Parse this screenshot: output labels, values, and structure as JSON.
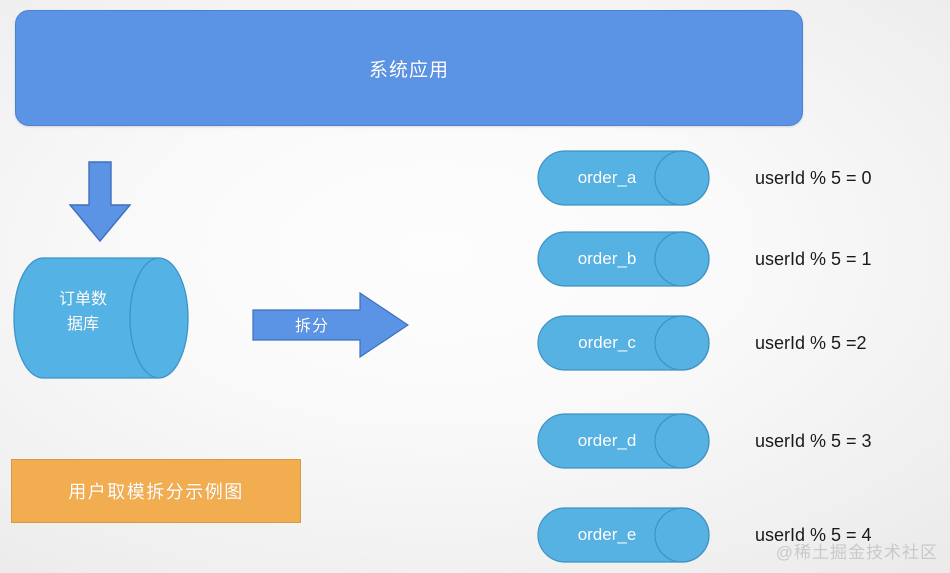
{
  "diagram": {
    "title": "用户取模拆分示例图",
    "system_app": {
      "label": "系统应用"
    },
    "flow_arrow": {
      "icon": "down-arrow-icon"
    },
    "database": {
      "label_line1": "订单数",
      "label_line2": "据库",
      "icon": "cylinder-database-icon"
    },
    "split_arrow": {
      "label": "拆分",
      "icon": "right-arrow-icon"
    },
    "shards": [
      {
        "name": "order_a",
        "rule": "userId % 5 = 0"
      },
      {
        "name": "order_b",
        "rule": "userId % 5 = 1"
      },
      {
        "name": "order_c",
        "rule": "userId % 5 =2"
      },
      {
        "name": "order_d",
        "rule": "userId % 5 = 3"
      },
      {
        "name": "order_e",
        "rule": "userId % 5 = 4"
      }
    ],
    "caption": {
      "label": "用户取模拆分示例图"
    },
    "watermark": {
      "text": "@稀土掘金技术社区"
    },
    "colors": {
      "system_app_fill": "#5b93e5",
      "system_app_stroke": "#4b82d2",
      "arrow_fill": "#5b93e5",
      "arrow_stroke": "#3f6fbd",
      "cylinder_fill": "#54b3e4",
      "cylinder_stroke": "#3f93c4",
      "shard_fill": "#55b2e2",
      "shard_stroke": "#3f93c4",
      "caption_fill": "#f2ad50",
      "caption_stroke": "#d99a45",
      "rule_text": "#1a1a1a",
      "label_text": "#ffffff",
      "watermark_text": "#c9c9c9",
      "background": "#f2f2f2"
    }
  }
}
